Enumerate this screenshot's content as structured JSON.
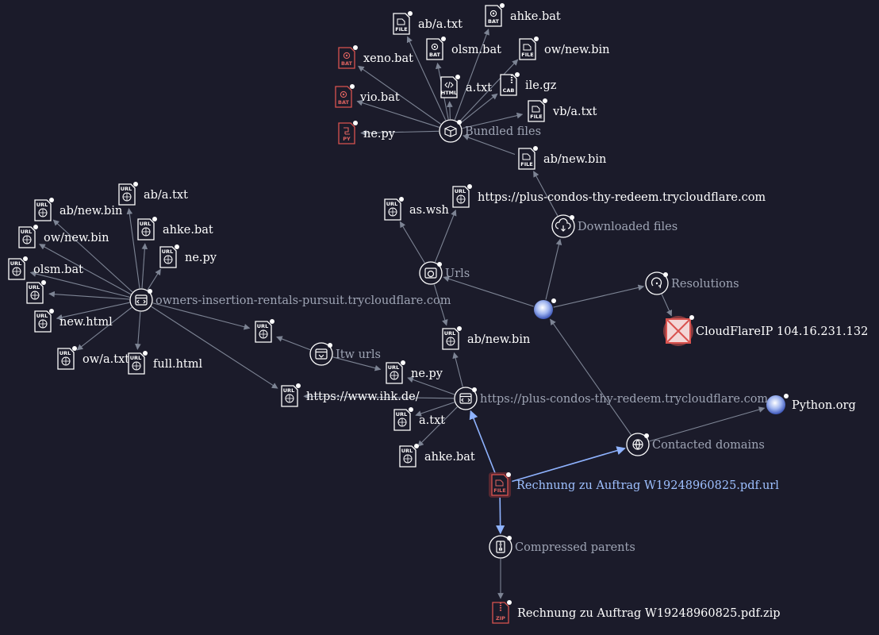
{
  "graph": {
    "nodes": [
      {
        "id": "root",
        "label": "Rechnung zu Auftrag W19248960825.pdf.url",
        "kind": "file",
        "tag": "FILE",
        "variant": "root"
      },
      {
        "id": "zip",
        "label": "Rechnung zu Auftrag W19248960825.pdf.zip",
        "kind": "file",
        "tag": "ZIP",
        "variant": "red"
      },
      {
        "id": "compressed",
        "label": "Compressed parents",
        "kind": "group",
        "icon": "archive"
      },
      {
        "id": "contacted",
        "label": "Contacted domains",
        "kind": "group",
        "icon": "domains"
      },
      {
        "id": "python",
        "label": "Python.org",
        "kind": "globe"
      },
      {
        "id": "url2",
        "label": "https://plus-condos-thy-redeem.trycloudflare.com",
        "kind": "group",
        "icon": "url"
      },
      {
        "id": "ip",
        "label": "",
        "kind": "globe"
      },
      {
        "id": "resolutions",
        "label": "Resolutions",
        "kind": "group",
        "icon": "resolve"
      },
      {
        "id": "cfip",
        "label": "CloudFlareIP 104.16.231.132",
        "kind": "ipbad"
      },
      {
        "id": "downloaded",
        "label": "Downloaded files",
        "kind": "group",
        "icon": "download"
      },
      {
        "id": "urls",
        "label": "Urls",
        "kind": "group",
        "icon": "urls"
      },
      {
        "id": "bundled",
        "label": "Bundled files",
        "kind": "group",
        "icon": "box"
      },
      {
        "id": "itw",
        "label": "Itw urls",
        "kind": "group",
        "icon": "itw"
      },
      {
        "id": "owners",
        "label": "owners-insertion-rentals-pursuit.trycloudflare.com",
        "kind": "group",
        "icon": "url"
      },
      {
        "id": "dl_abnew",
        "label": "ab/new.bin",
        "kind": "file",
        "tag": "FILE"
      },
      {
        "id": "u_plus",
        "label": "https://plus-condos-thy-redeem.trycloudflare.com",
        "kind": "file",
        "tag": "URL"
      },
      {
        "id": "u_aswsh",
        "label": "as.wsh",
        "kind": "file",
        "tag": "URL"
      },
      {
        "id": "u_abnew",
        "label": "ab/new.bin",
        "kind": "file",
        "tag": "URL"
      },
      {
        "id": "b_aba",
        "label": "ab/a.txt",
        "kind": "file",
        "tag": "FILE"
      },
      {
        "id": "b_ahke",
        "label": "ahke.bat",
        "kind": "file",
        "tag": "BAT"
      },
      {
        "id": "b_olsm",
        "label": "olsm.bat",
        "kind": "file",
        "tag": "BAT"
      },
      {
        "id": "b_ownew",
        "label": "ow/new.bin",
        "kind": "file",
        "tag": "FILE"
      },
      {
        "id": "b_xeno",
        "label": "xeno.bat",
        "kind": "file",
        "tag": "BAT",
        "variant": "red"
      },
      {
        "id": "b_atxt",
        "label": "a.txt",
        "kind": "file",
        "tag": "HTML"
      },
      {
        "id": "b_ilegz",
        "label": "ile.gz",
        "kind": "file",
        "tag": "CAB"
      },
      {
        "id": "b_vio",
        "label": "vio.bat",
        "kind": "file",
        "tag": "BAT",
        "variant": "red"
      },
      {
        "id": "b_vba",
        "label": "vb/a.txt",
        "kind": "file",
        "tag": "FILE"
      },
      {
        "id": "b_nepy",
        "label": "ne.py",
        "kind": "file",
        "tag": "PY",
        "variant": "red"
      },
      {
        "id": "i_blank",
        "label": "",
        "kind": "file",
        "tag": "URL"
      },
      {
        "id": "i_nepy",
        "label": "ne.py",
        "kind": "file",
        "tag": "URL"
      },
      {
        "id": "i_ihk",
        "label": "https://www.ihk.de/",
        "kind": "file",
        "tag": "URL"
      },
      {
        "id": "p_atxt",
        "label": "a.txt",
        "kind": "file",
        "tag": "URL"
      },
      {
        "id": "p_ahke",
        "label": "ahke.bat",
        "kind": "file",
        "tag": "URL"
      },
      {
        "id": "o_aba",
        "label": "ab/a.txt",
        "kind": "file",
        "tag": "URL"
      },
      {
        "id": "o_abnew",
        "label": "ab/new.bin",
        "kind": "file",
        "tag": "URL"
      },
      {
        "id": "o_ahke",
        "label": "ahke.bat",
        "kind": "file",
        "tag": "URL"
      },
      {
        "id": "o_ownew",
        "label": "ow/new.bin",
        "kind": "file",
        "tag": "URL"
      },
      {
        "id": "o_nepy",
        "label": "ne.py",
        "kind": "file",
        "tag": "URL"
      },
      {
        "id": "o_olsm",
        "label": "olsm.bat",
        "kind": "file",
        "tag": "URL"
      },
      {
        "id": "o_blank",
        "label": "",
        "kind": "file",
        "tag": "URL"
      },
      {
        "id": "o_newhtml",
        "label": "new.html",
        "kind": "file",
        "tag": "URL"
      },
      {
        "id": "o_owa",
        "label": "ow/a.txt",
        "kind": "file",
        "tag": "URL"
      },
      {
        "id": "o_full",
        "label": "full.html",
        "kind": "file",
        "tag": "URL"
      }
    ],
    "edges": [
      [
        "root",
        "url2",
        true
      ],
      [
        "root",
        "contacted",
        true
      ],
      [
        "root",
        "compressed",
        true
      ],
      [
        "compressed",
        "zip",
        false
      ],
      [
        "contacted",
        "python",
        false
      ],
      [
        "contacted",
        "ip",
        false
      ],
      [
        "ip",
        "resolutions",
        false
      ],
      [
        "resolutions",
        "cfip",
        false
      ],
      [
        "ip",
        "downloaded",
        false
      ],
      [
        "downloaded",
        "dl_abnew",
        false
      ],
      [
        "dl_abnew",
        "bundled",
        false
      ],
      [
        "ip",
        "urls",
        false
      ],
      [
        "urls",
        "u_plus",
        false
      ],
      [
        "urls",
        "u_aswsh",
        false
      ],
      [
        "urls",
        "u_abnew",
        false
      ],
      [
        "url2",
        "u_abnew",
        false
      ],
      [
        "url2",
        "p_atxt",
        false
      ],
      [
        "url2",
        "p_ahke",
        false
      ],
      [
        "url2",
        "i_nepy",
        false
      ],
      [
        "url2",
        "i_ihk",
        false
      ],
      [
        "bundled",
        "b_aba",
        false
      ],
      [
        "bundled",
        "b_ahke",
        false
      ],
      [
        "bundled",
        "b_olsm",
        false
      ],
      [
        "bundled",
        "b_ownew",
        false
      ],
      [
        "bundled",
        "b_xeno",
        false
      ],
      [
        "bundled",
        "b_atxt",
        false
      ],
      [
        "bundled",
        "b_ilegz",
        false
      ],
      [
        "bundled",
        "b_vio",
        false
      ],
      [
        "bundled",
        "b_vba",
        false
      ],
      [
        "bundled",
        "b_nepy",
        false
      ],
      [
        "itw",
        "i_blank",
        false
      ],
      [
        "itw",
        "i_nepy",
        false
      ],
      [
        "owners",
        "o_aba",
        false
      ],
      [
        "owners",
        "o_abnew",
        false
      ],
      [
        "owners",
        "o_ahke",
        false
      ],
      [
        "owners",
        "o_ownew",
        false
      ],
      [
        "owners",
        "o_nepy",
        false
      ],
      [
        "owners",
        "o_olsm",
        false
      ],
      [
        "owners",
        "o_blank",
        false
      ],
      [
        "owners",
        "o_newhtml",
        false
      ],
      [
        "owners",
        "o_owa",
        false
      ],
      [
        "owners",
        "o_full",
        false
      ],
      [
        "owners",
        "i_blank",
        false
      ],
      [
        "owners",
        "i_ihk",
        false
      ]
    ]
  }
}
